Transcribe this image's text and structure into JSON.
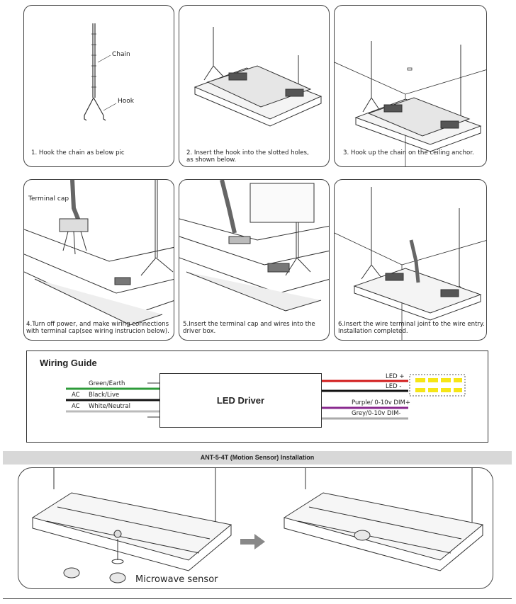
{
  "steps": [
    {
      "caption": "1. Hook the chain as below pic",
      "callouts": [
        "Chain",
        "Hook"
      ]
    },
    {
      "caption": "2. Insert the hook into the slotted holes,\n    as shown below."
    },
    {
      "caption": "3. Hook up the chain on the ceiling anchor."
    },
    {
      "caption": "4.Turn off power, and make wiring connections\nwith terminal cap(see wiring instrucion below).",
      "callouts": [
        "Terminal cap"
      ]
    },
    {
      "caption": "5.Insert the terminal cap and wires into the\ndriver box."
    },
    {
      "caption": "6.Insert the wire terminal joint to the wire entry.\n  Installation completed."
    }
  ],
  "wiring": {
    "title": "Wiring Guide",
    "driver_label": "LED Driver",
    "left": [
      {
        "prefix": "",
        "label": "Green/Earth",
        "color": "#2e9b3a"
      },
      {
        "prefix": "AC",
        "label": "Black/Live",
        "color": "#111111"
      },
      {
        "prefix": "AC",
        "label": "White/Neutral",
        "color": "#bbbbbb"
      }
    ],
    "right": [
      {
        "label": "LED +",
        "color": "#d11a1a"
      },
      {
        "label": "LED -",
        "color": "#111111"
      },
      {
        "label": "Purple/ 0-10v DIM+",
        "color": "#8a2a8f"
      },
      {
        "label": "Grey/0-10v DIM-",
        "color": "#aaaaaa"
      }
    ],
    "led_color": "#f6e616"
  },
  "banner": {
    "title": "ANT-5-4T (Motion Sensor) Installation"
  },
  "sensor": {
    "label": "Microwave sensor"
  }
}
